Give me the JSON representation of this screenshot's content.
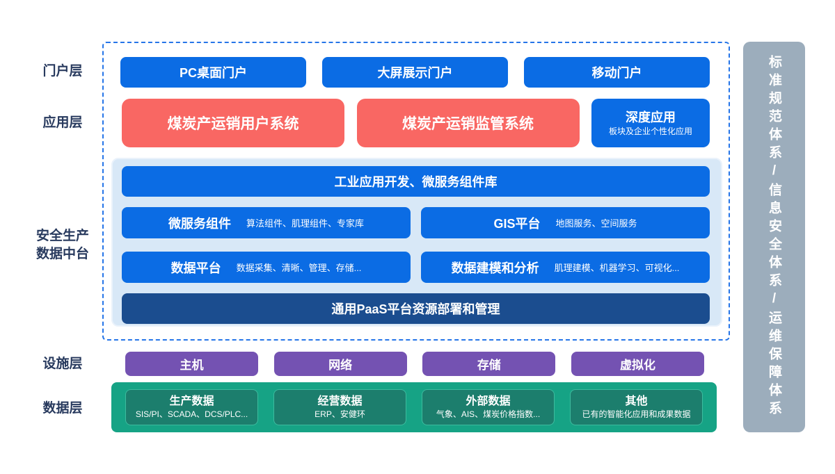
{
  "colors": {
    "blue": "#0b6ce4",
    "red": "#f96763",
    "dark_blue": "#1b4d8f",
    "purple": "#7452b2",
    "green": "#16a385",
    "green_dark": "#1c7e6d",
    "gray_sidebar": "#9cadbc",
    "panel_light_blue": "#d8e8f7",
    "dashed_border": "#2575e8",
    "label_navy": "#283a5e"
  },
  "layers": {
    "portal": {
      "label": "门户层",
      "items": [
        "PC桌面门户",
        "大屏展示门户",
        "移动门户"
      ]
    },
    "application": {
      "label": "应用层",
      "items": [
        {
          "title": "煤炭产运销用户系统"
        },
        {
          "title": "煤炭产运销监管系统"
        },
        {
          "title": "深度应用",
          "subtitle": "板块及企业个性化应用"
        }
      ]
    },
    "platform": {
      "label_line1": "安全生产",
      "label_line2": "数据中台",
      "top_bar": "工业应用开发、微服务组件库",
      "cells": [
        {
          "title": "微服务组件",
          "subtitle": "算法组件、肌理组件、专家库"
        },
        {
          "title": "GIS平台",
          "subtitle": "地图服务、空间服务"
        },
        {
          "title": "数据平台",
          "subtitle": "数据采集、清晰、管理、存储..."
        },
        {
          "title": "数据建模和分析",
          "subtitle": "肌理建模、机器学习、可视化..."
        }
      ],
      "bottom_bar": "通用PaaS平台资源部署和管理"
    },
    "infrastructure": {
      "label": "设施层",
      "items": [
        "主机",
        "网络",
        "存储",
        "虚拟化"
      ]
    },
    "data": {
      "label": "数据层",
      "items": [
        {
          "title": "生产数据",
          "subtitle": "SIS/PI、SCADA、DCS/PLC..."
        },
        {
          "title": "经营数据",
          "subtitle": "ERP、安健环"
        },
        {
          "title": "外部数据",
          "subtitle": "气象、AIS、煤炭价格指数..."
        },
        {
          "title": "其他",
          "subtitle": "已有的智能化应用和成果数据"
        }
      ]
    }
  },
  "right_sidebar": {
    "text": "标准规范体系/信息安全体系/运维保障体系"
  }
}
